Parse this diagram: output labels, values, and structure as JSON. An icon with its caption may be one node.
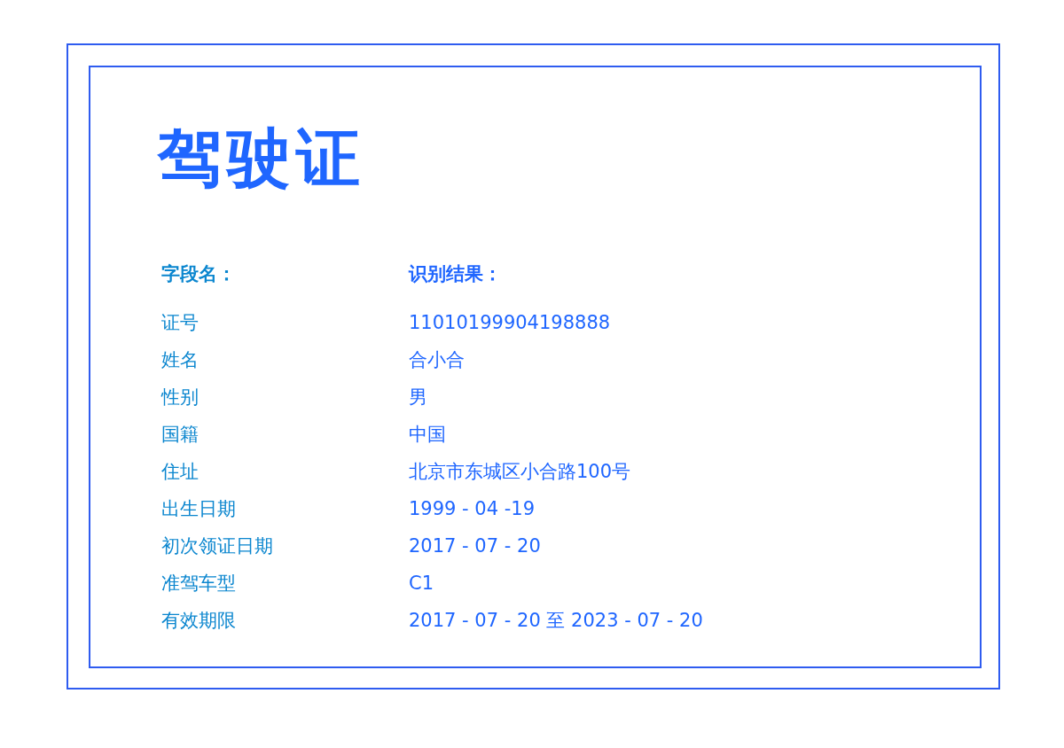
{
  "diagram": {
    "title": "驾驶证",
    "nodes": [
      {
        "text": [],
        "shape": "box"
      },
      {
        "text": [],
        "shape": "box",
        "in": 0
      }
    ],
    "labels": [
      "字段名：",
      "识别结果：",
      "证号",
      "11010199904198888",
      "姓名",
      "合小合",
      "性别",
      "男",
      "国籍",
      "中国",
      "住址",
      "北京市东城区小合路100号",
      "出生日期",
      "1999 - 04 -19",
      "初次领证日期",
      "2017 - 07 - 20",
      "准驾车型",
      "C1",
      "有效期限",
      "2017 - 07 - 20 至 2023 - 07 - 20"
    ]
  }
}
